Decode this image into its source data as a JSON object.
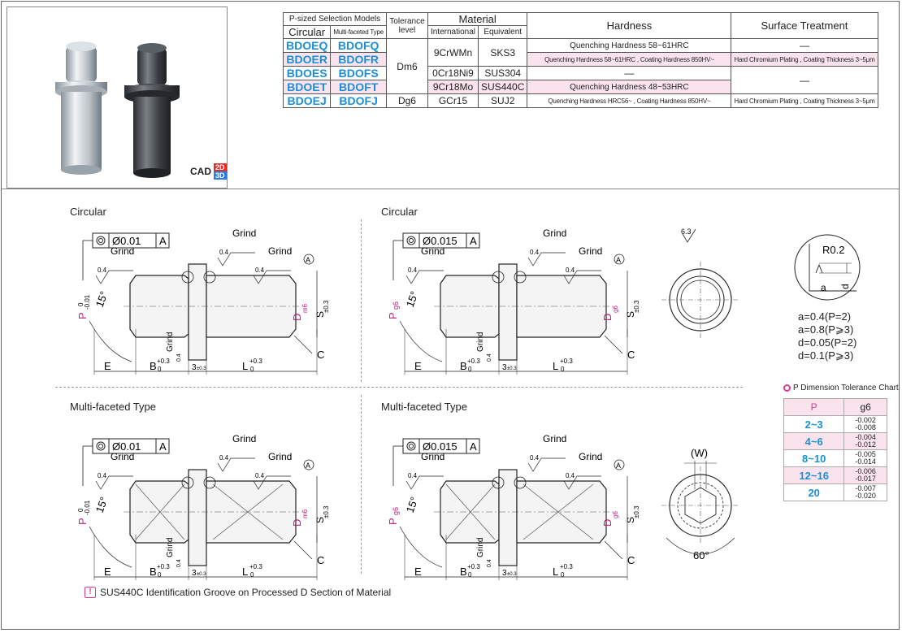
{
  "table": {
    "h_models": "P-sized Selection Models",
    "h_tolerance": "Tolerance level",
    "h_material": "Material",
    "h_hardness": "Hardness",
    "h_surface": "Surface Treatment",
    "h_circular": "Circular",
    "h_multi": "Multi-faceted Type",
    "h_international": "International",
    "h_equivalent": "Equivalent",
    "rows": [
      {
        "circ": "BDOEQ",
        "multi": "BDOFQ",
        "intl": "9CrWMn",
        "equiv": "SKS3",
        "hard": "Quenching Hardness 58~61HRC",
        "surf": "—"
      },
      {
        "circ": "BDOER",
        "multi": "BDOFR",
        "hard": "Quenching Hardness 58~61HRC , Coating Hardness 850HV~",
        "surf": "Hard Chromium Plating , Coating Thickness 3~5μm"
      },
      {
        "circ": "BDOES",
        "multi": "BDOFS",
        "intl": "0Cr18Ni9",
        "equiv": "SUS304",
        "hard": "—",
        "surf": "—"
      },
      {
        "circ": "BDOET",
        "multi": "BDOFT",
        "intl": "9Cr18Mo",
        "equiv": "SUS440C",
        "hard": "Quenching Hardness 48~53HRC"
      },
      {
        "circ": "BDOEJ",
        "multi": "BDOFJ",
        "tol": "Dg6",
        "intl": "GCr15",
        "equiv": "SUJ2",
        "hard": "Quenching Hardness HRC56~ , Coating Hardness 850HV~",
        "surf": "Hard Chromium Plating , Coating Thickness 3~5μm"
      }
    ],
    "tol_dm6": "Dm6"
  },
  "cad": {
    "label": "CAD",
    "d2": "2D",
    "d3": "3D"
  },
  "drawings": {
    "circular_title": "Circular",
    "multi_title": "Multi-faceted Type",
    "tol_a": "Ø0.01",
    "tol_b": "Ø0.015",
    "datum": "A",
    "grind": "Grind",
    "rough": "0.4",
    "angle": "15°",
    "p_lbl": "P",
    "p_tol_a": "0",
    "p_tol_b": "-0.01",
    "p_g6": "g6",
    "d_lbl": "D",
    "d_m6": "m6",
    "d_g6": "g6",
    "s_lbl": "S",
    "s_tol": "±0.3",
    "c_lbl": "C",
    "e_lbl": "E",
    "b_lbl": "B",
    "l_lbl": "L",
    "plus03": "+0.3",
    "zero": "0",
    "three": "3",
    "three_tol": "±0.3",
    "surface_63": "6.3",
    "w_lbl": "(W)",
    "deg60": "60°",
    "r02": "R0.2",
    "a_lbl": "a",
    "d_small": "d"
  },
  "notes_right": [
    "a=0.4(P=2)",
    "a=0.8(P⩾3)",
    "d=0.05(P=2)",
    "d=0.1(P⩾3)"
  ],
  "ptol": {
    "title": "P Dimension Tolerance Chart",
    "h_p": "P",
    "h_g6": "g6",
    "rows": [
      {
        "p": "2~3",
        "up": "-0.002",
        "lo": "-0.008"
      },
      {
        "p": "4~6",
        "up": "-0.004",
        "lo": "-0.012"
      },
      {
        "p": "8~10",
        "up": "-0.005",
        "lo": "-0.014"
      },
      {
        "p": "12~16",
        "up": "-0.006",
        "lo": "-0.017"
      },
      {
        "p": "20",
        "up": "-0.007",
        "lo": "-0.020"
      }
    ]
  },
  "footnote": "SUS440C Identification Groove on Processed D Section of Material",
  "footnote_icon": "!"
}
